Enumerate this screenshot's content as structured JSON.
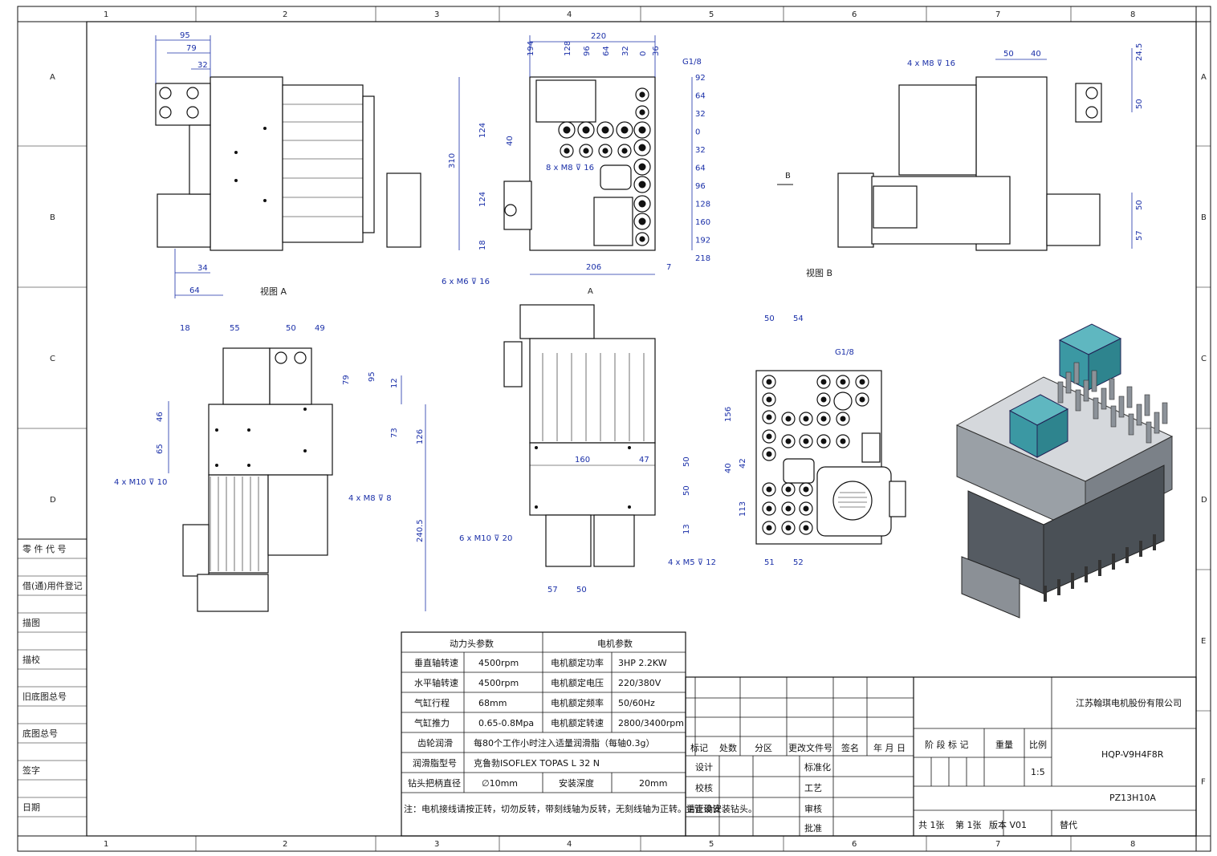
{
  "border": {
    "columns": [
      "1",
      "2",
      "3",
      "4",
      "5",
      "6",
      "7",
      "8"
    ],
    "rows": [
      "A",
      "B",
      "C",
      "D",
      "E",
      "F"
    ]
  },
  "left_column": [
    "零 件 代 号",
    "借(通)用件登记",
    "描图",
    "描校",
    "旧底图总号",
    "底图总号",
    "签字",
    "日期"
  ],
  "views": {
    "view_a_label": "视图 A",
    "view_b_label": "视图 B",
    "arrow_b_label": "B",
    "arrow_a_label": "A"
  },
  "dims": {
    "va": [
      "95",
      "79",
      "32",
      "34",
      "64"
    ],
    "front_top": [
      "220",
      "194",
      "128",
      "96",
      "64",
      "32",
      "0",
      "36"
    ],
    "front_right": [
      "92",
      "64",
      "32",
      "0",
      "32",
      "64",
      "96",
      "128",
      "160",
      "192",
      "218"
    ],
    "front_left": [
      "310",
      "124",
      "40",
      "124",
      "18"
    ],
    "front_bottom": [
      "206",
      "7"
    ],
    "front_notes": [
      "G1/8",
      "8 x M8 ⊽ 16",
      "6 x M6 ⊽ 16"
    ],
    "vb": [
      "4 x M8 ⊽ 16",
      "50",
      "40",
      "24.5",
      "50",
      "50",
      "57"
    ],
    "side": [
      "18",
      "55",
      "50",
      "49",
      "79",
      "95",
      "12",
      "46",
      "65",
      "73",
      "126",
      "240.5",
      "4 x M10 ⊽ 10",
      "4 x M8 ⊽ 8"
    ],
    "rear": [
      "160",
      "47",
      "50",
      "50",
      "13",
      "6 x M10 ⊽ 20",
      "57",
      "50"
    ],
    "bottom": [
      "50",
      "54",
      "G1/8",
      "156",
      "40",
      "42",
      "113",
      "4 x M5 ⊽ 12",
      "51",
      "52"
    ]
  },
  "params_table": {
    "head_left": "动力头参数",
    "head_right": "电机参数",
    "rows": [
      {
        "k1": "垂直轴转速",
        "v1": "4500rpm",
        "k2": "电机额定功率",
        "v2": "3HP  2.2KW"
      },
      {
        "k1": "水平轴转速",
        "v1": "4500rpm",
        "k2": "电机额定电压",
        "v2": "220/380V"
      },
      {
        "k1": "气缸行程",
        "v1": "68mm",
        "k2": "电机额定频率",
        "v2": "50/60Hz"
      },
      {
        "k1": "气缸推力",
        "v1": "0.65-0.8Mpa",
        "k2": "电机额定转速",
        "v2": "2800/3400rpm"
      }
    ],
    "lube_label": "齿轮润滑",
    "lube_value": "每80个工作小时注入适量润滑脂（每轴0.3g）",
    "grease_label": "润滑脂型号",
    "grease_value": "克鲁勃ISOFLEX TOPAS L 32 N",
    "shank_label": "钻头把柄直径",
    "shank_value": "∅10mm",
    "depth_label": "安装深度",
    "depth_value": "20mm",
    "note": "注：电机接线请按正转，切勿反转，带刻线轴为反转，无刻线轴为正转。请正确安装钻头。"
  },
  "title_block": {
    "company": "江苏翰琪电机股份有限公司",
    "drawing_no": "HQP-V9H4F8R",
    "code": "PZ13H10A",
    "rev_headers": [
      "标记",
      "处数",
      "分区",
      "更改文件号",
      "签名",
      "年 月 日"
    ],
    "stage_label": "阶 段 标 记",
    "weight_label": "重量",
    "scale_label": "比例",
    "scale_value": "1:5",
    "roles": [
      "设计",
      "校核",
      "主管设计"
    ],
    "roles2": [
      "标准化",
      "工艺",
      "审核",
      "批准"
    ],
    "sheets": "共 1张",
    "sheet_no": "第 1张",
    "version": "版本 V01",
    "replace": "替代"
  }
}
